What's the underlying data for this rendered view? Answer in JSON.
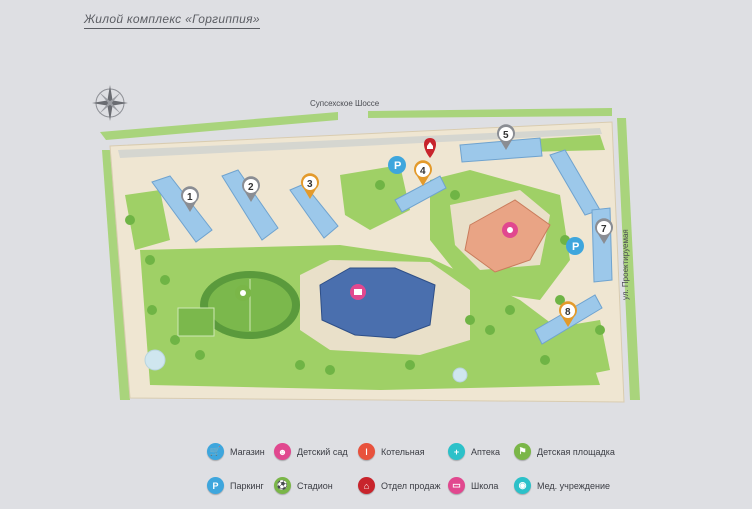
{
  "title": "Жилой комплекс «Горгиппия»",
  "streets": {
    "top": "Супсехское Шоссе",
    "right": "ул. Проектируемая"
  },
  "buildings": [
    {
      "number": "1",
      "color": "#8a8d93"
    },
    {
      "number": "2",
      "color": "#8a8d93"
    },
    {
      "number": "3",
      "color": "#e39a2b"
    },
    {
      "number": "4",
      "color": "#e39a2b"
    },
    {
      "number": "5",
      "color": "#8a8d93"
    },
    {
      "number": "7",
      "color": "#8a8d93"
    },
    {
      "number": "8",
      "color": "#e39a2b"
    }
  ],
  "legend": [
    {
      "label": "Магазин",
      "icon": "cart-icon",
      "color": "#3ea6dd"
    },
    {
      "label": "Детский сад",
      "icon": "kindergarten-icon",
      "color": "#e1488f"
    },
    {
      "label": "Котельная",
      "icon": "thermometer-icon",
      "color": "#e8523d"
    },
    {
      "label": "Аптека",
      "icon": "cross-icon",
      "color": "#2cc1c9"
    },
    {
      "label": "Детская площадка",
      "icon": "playground-icon",
      "color": "#7ab648"
    },
    {
      "label": "Паркинг",
      "icon": "parking-icon",
      "color": "#3ea6dd"
    },
    {
      "label": "Стадион",
      "icon": "stadium-icon",
      "color": "#7ab648"
    },
    {
      "label": "Отдел продаж",
      "icon": "house-icon",
      "color": "#c8242c"
    },
    {
      "label": "Школа",
      "icon": "school-icon",
      "color": "#e1488f"
    },
    {
      "label": "Мед. учреждение",
      "icon": "medical-icon",
      "color": "#2cc1c9"
    }
  ]
}
